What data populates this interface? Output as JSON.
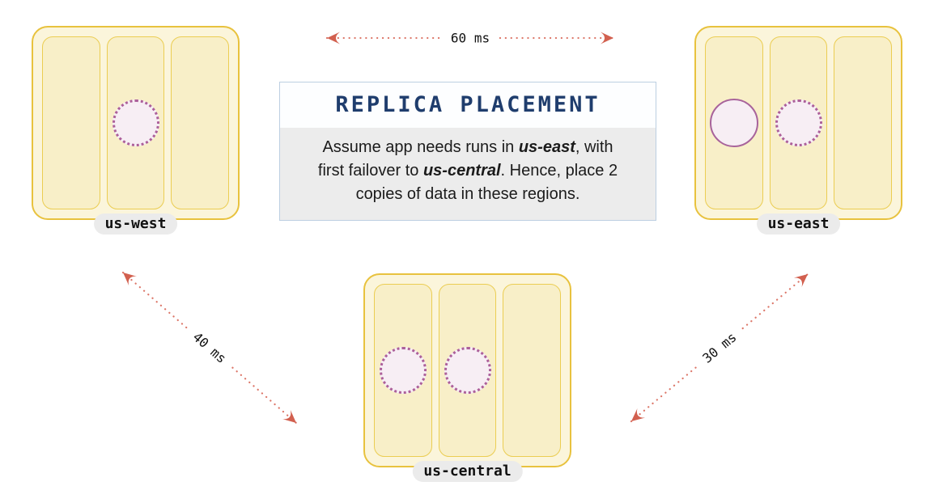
{
  "diagram": {
    "info_box": {
      "title": "REPLICA PLACEMENT",
      "body_lines": [
        {
          "segments": [
            {
              "t": "Assume app needs runs in ",
              "em": false
            },
            {
              "t": "us-east",
              "em": true
            },
            {
              "t": ", with",
              "em": false
            }
          ]
        },
        {
          "segments": [
            {
              "t": "first failover to ",
              "em": false
            },
            {
              "t": "us-central",
              "em": true
            },
            {
              "t": ". Hence, place 2",
              "em": false
            }
          ]
        },
        {
          "segments": [
            {
              "t": "copies of data in these regions.",
              "em": false
            }
          ]
        }
      ]
    },
    "regions": [
      {
        "label": "us-west",
        "zones": [
          {
            "replicas": []
          },
          {
            "replicas": [
              "dotted"
            ]
          },
          {
            "replicas": []
          }
        ]
      },
      {
        "label": "us-east",
        "zones": [
          {
            "replicas": [
              "solid"
            ]
          },
          {
            "replicas": [
              "dotted"
            ]
          },
          {
            "replicas": []
          }
        ]
      },
      {
        "label": "us-central",
        "zones": [
          {
            "replicas": [
              "dotted"
            ]
          },
          {
            "replicas": [
              "dotted"
            ]
          },
          {
            "replicas": []
          }
        ]
      }
    ],
    "latencies": [
      {
        "from": "us-west",
        "to": "us-east",
        "label": "60 ms"
      },
      {
        "from": "us-west",
        "to": "us-central",
        "label": "40 ms"
      },
      {
        "from": "us-central",
        "to": "us-east",
        "label": "30 ms"
      }
    ],
    "colors": {
      "region_fill": "#FBF5DB",
      "region_border": "#E8C23E",
      "zone_fill": "#F8EFC8",
      "zone_border": "#EBCD52",
      "replica_fill": "#F7EEF4",
      "replica_dotted": "#AC5F9A",
      "replica_solid": "#A8639B",
      "arrow": "#DC7668",
      "arrowhead": "#D2604F",
      "title_text": "#1F3D6D",
      "note_bg": "#ECECEC",
      "info_border": "#BCCFE2",
      "label_pill_bg": "#EBEBEB"
    }
  }
}
